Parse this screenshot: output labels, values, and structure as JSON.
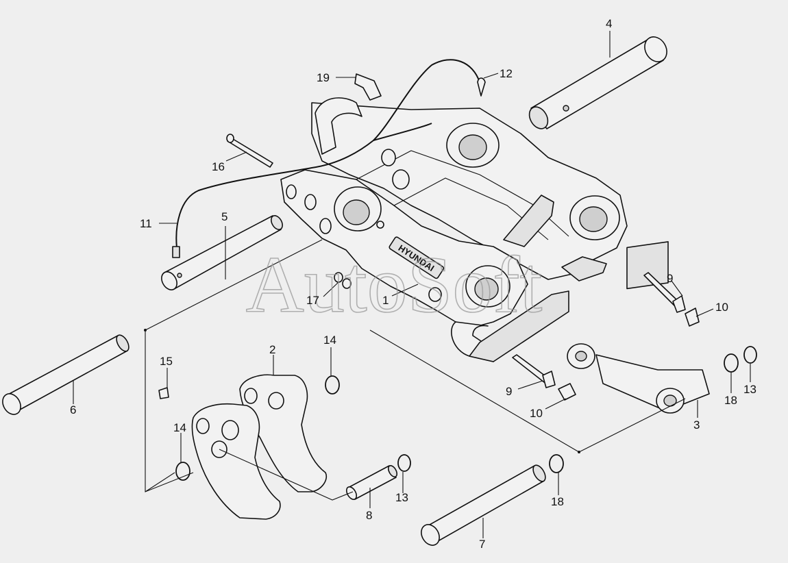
{
  "watermark": "AutoSoft",
  "brand_plate": "HYUNDAI",
  "callouts": [
    {
      "id": "1",
      "text": "1"
    },
    {
      "id": "2",
      "text": "2"
    },
    {
      "id": "3",
      "text": "3"
    },
    {
      "id": "4",
      "text": "4"
    },
    {
      "id": "5",
      "text": "5"
    },
    {
      "id": "6",
      "text": "6"
    },
    {
      "id": "7",
      "text": "7"
    },
    {
      "id": "8",
      "text": "8"
    },
    {
      "id": "9a",
      "text": "9"
    },
    {
      "id": "9b",
      "text": "9"
    },
    {
      "id": "10a",
      "text": "10"
    },
    {
      "id": "10b",
      "text": "10"
    },
    {
      "id": "11",
      "text": "11"
    },
    {
      "id": "12",
      "text": "12"
    },
    {
      "id": "13a",
      "text": "13"
    },
    {
      "id": "13b",
      "text": "13"
    },
    {
      "id": "14a",
      "text": "14"
    },
    {
      "id": "14b",
      "text": "14"
    },
    {
      "id": "15",
      "text": "15"
    },
    {
      "id": "16",
      "text": "16"
    },
    {
      "id": "17",
      "text": "17"
    },
    {
      "id": "18a",
      "text": "18"
    },
    {
      "id": "18b",
      "text": "18"
    },
    {
      "id": "19",
      "text": "19"
    }
  ]
}
